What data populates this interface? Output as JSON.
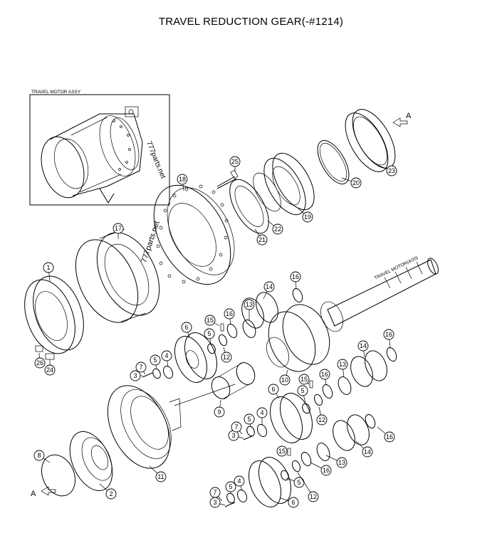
{
  "title": "TRAVEL REDUCTION GEAR(-#1214)",
  "inset_label": "TRAVEL MOTOR ASSY",
  "shaft_label": "TRAVEL MOTOR(4/20)",
  "view_label": "A",
  "watermark": "777parts.net",
  "callouts": [
    "1",
    "2",
    "3",
    "4",
    "5",
    "6",
    "7",
    "8",
    "9",
    "10",
    "11",
    "12",
    "13",
    "14",
    "15",
    "16",
    "17",
    "18",
    "19",
    "20",
    "21",
    "22",
    "23",
    "24",
    "25",
    "26"
  ]
}
